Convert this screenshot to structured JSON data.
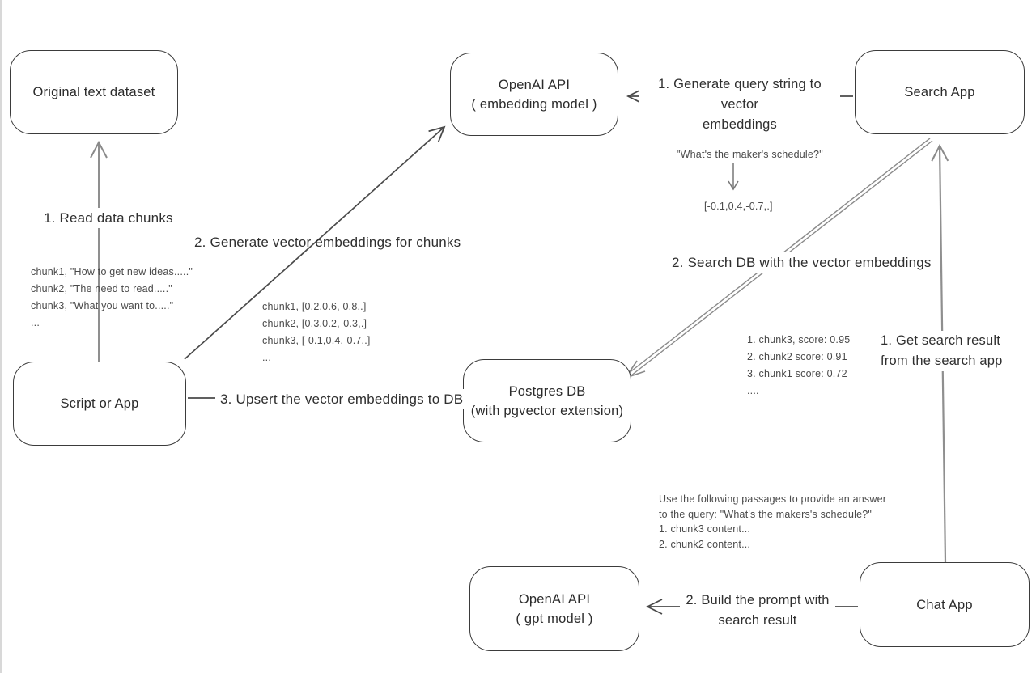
{
  "colors": {
    "line_dark": "#4a4a4a",
    "line_gray": "#8a8a8a",
    "box_border": "#3b3b3b",
    "background": "#ffffff"
  },
  "nodes": {
    "original": {
      "label": "Original text dataset"
    },
    "embedding": {
      "line1": "OpenAI API",
      "line2": "( embedding model )"
    },
    "search": {
      "label": "Search App"
    },
    "script": {
      "label": "Script or App"
    },
    "postgres": {
      "line1": "Postgres DB",
      "line2": "(with pgvector extension)"
    },
    "gpt": {
      "line1": "OpenAI API",
      "line2": "( gpt model )"
    },
    "chat": {
      "label": "Chat App"
    }
  },
  "edges": {
    "read_chunks": "1. Read data chunks",
    "gen_embeddings": "2. Generate vector embeddings for chunks",
    "upsert": "3. Upsert the vector embeddings  to DB",
    "query_to_vector_1": "1. Generate query string to vector",
    "query_to_vector_2": "embeddings",
    "search_db": "2. Search DB with the vector embeddings",
    "get_result_1": "1. Get search result",
    "get_result_2": "from the search app",
    "build_prompt_1": "2. Build the prompt with",
    "build_prompt_2": "search result"
  },
  "annotations": {
    "chunks": [
      "chunk1, \"How to get new ideas.....\"",
      "chunk2, \"The need to read.....\"",
      "chunk3, \"What you want to.....\"",
      "..."
    ],
    "vectors": [
      "chunk1, [0.2,0.6, 0.8,.]",
      "chunk2, [0.3,0.2,-0.3,.]",
      "chunk3, [-0.1,0.4,-0.7,.]",
      "..."
    ],
    "query": "\"What's the maker's schedule?\"",
    "query_vector": "[-0.1,0.4,-0.7,.]",
    "scores": [
      "1. chunk3, score: 0.95",
      "2. chunk2 score: 0.91",
      "3. chunk1 score: 0.72",
      "...."
    ],
    "prompt": [
      "Use the following passages to provide an answer",
      "to the query: \"What's the makers's schedule?\"",
      "1. chunk3 content...",
      "2. chunk2 content..."
    ]
  }
}
